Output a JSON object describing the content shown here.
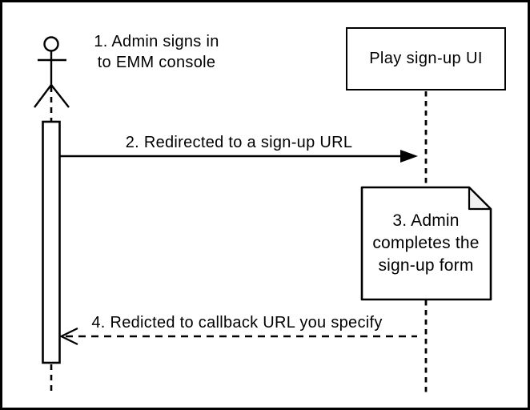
{
  "participants": {
    "play_signup_ui": {
      "label": "Play sign-up UI"
    }
  },
  "steps": {
    "step1": {
      "label": "1. Admin signs in\nto EMM console"
    },
    "step2": {
      "label": "2. Redirected to a sign-up URL"
    },
    "step3": {
      "label": "3. Admin\ncompletes the\nsign-up form"
    },
    "step4": {
      "label": "4. Redicted to callback URL you specify"
    }
  },
  "colors": {
    "line": "#000000",
    "background": "#ffffff",
    "note_fill": "#ffffff",
    "note_fold_fill": "#f2f2f2"
  }
}
